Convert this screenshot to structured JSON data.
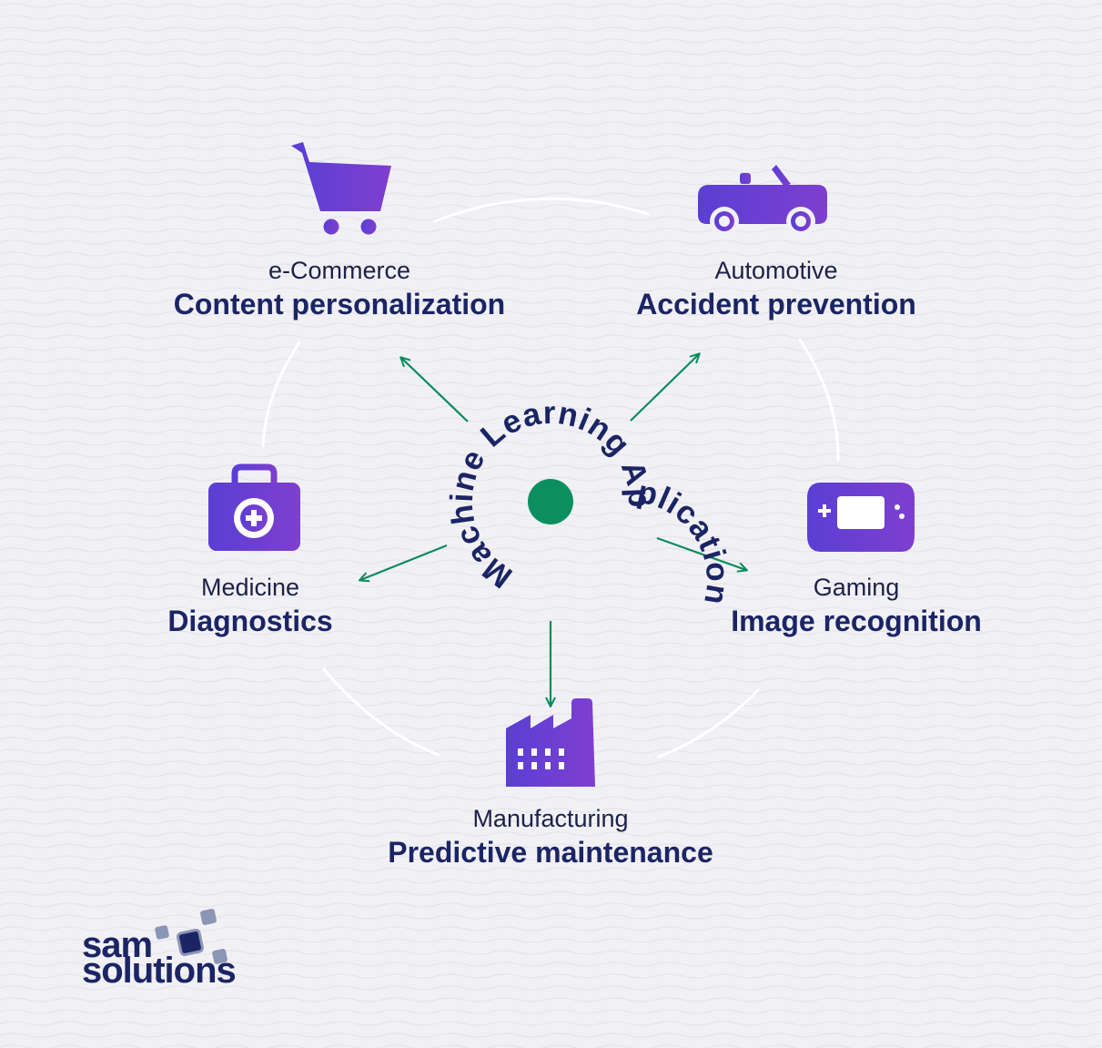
{
  "center": {
    "title": "Machine Learning Application"
  },
  "applications": [
    {
      "sector": "e-Commerce",
      "use_case": "Content personalization",
      "icon": "shopping-cart-icon"
    },
    {
      "sector": "Automotive",
      "use_case": "Accident prevention",
      "icon": "convertible-car-icon"
    },
    {
      "sector": "Gaming",
      "use_case": "Image recognition",
      "icon": "game-console-icon"
    },
    {
      "sector": "Manufacturing",
      "use_case": "Predictive maintenance",
      "icon": "factory-icon"
    },
    {
      "sector": "Medicine",
      "use_case": "Diagnostics",
      "icon": "medical-kit-icon"
    }
  ],
  "brand": {
    "logo_line1": "sam",
    "logo_line2": "solutions"
  },
  "colors": {
    "background": "#f1f1f5",
    "title_navy": "#1b2565",
    "text_dark": "#1c2147",
    "arrow_green": "#0b8a5b",
    "center_dot": "#0b8f61",
    "icon_gradient_start": "#5a3fd4",
    "icon_gradient_end": "#7e3fcf",
    "ring": "#ffffff"
  }
}
